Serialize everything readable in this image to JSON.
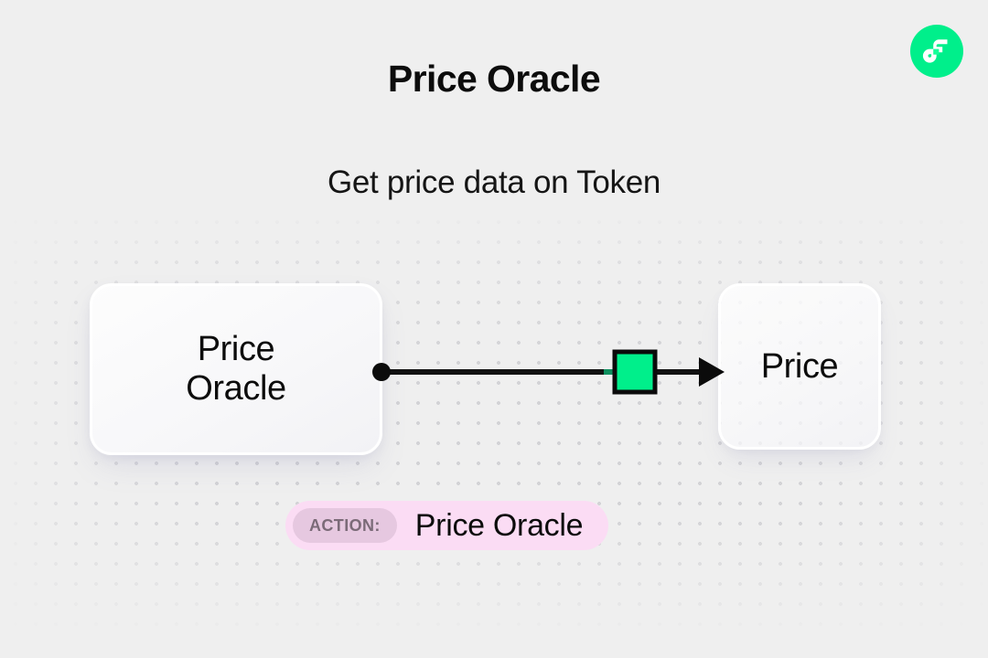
{
  "header": {
    "title": "Price Oracle",
    "subtitle": "Get price data on Token",
    "logo_icon": "flow-logo-icon"
  },
  "diagram": {
    "source_node": {
      "label": "Price\nOracle",
      "output_port_icon": "output-port-dot-icon"
    },
    "target_node": {
      "label": "Price"
    },
    "connector": {
      "marker_icon": "connector-green-square-icon",
      "arrow_icon": "arrow-head-icon"
    }
  },
  "action_chip": {
    "tag": "ACTION:",
    "value": "Price Oracle"
  },
  "colors": {
    "page_background": "#efefef",
    "dot_grid": "#d3d3d6",
    "brand_green": "#00ef8b",
    "connector_green": "#00ef8b",
    "connector_line": "#111111",
    "chip_background": "#fbdcf4",
    "chip_tag_background": "#e6c8e0",
    "chip_tag_text": "#7b6b78",
    "text_primary": "#0c0c0c"
  }
}
